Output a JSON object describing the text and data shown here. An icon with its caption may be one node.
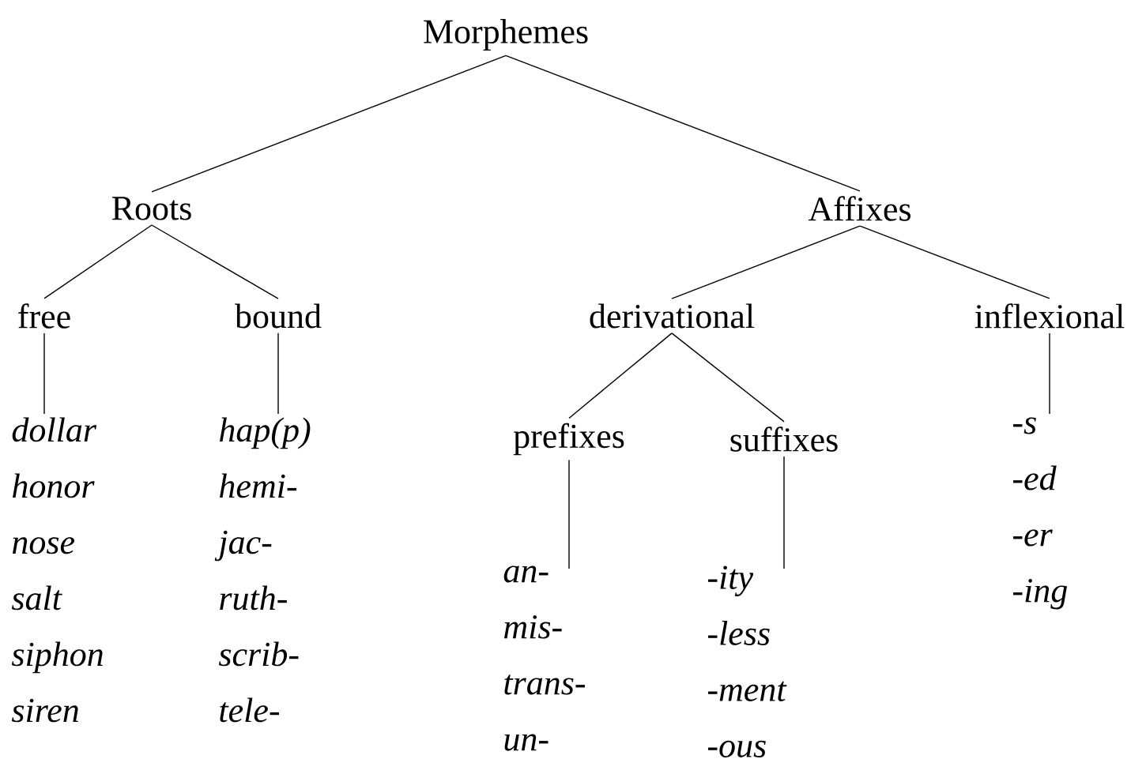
{
  "diagram": {
    "nodes": [
      {
        "text": [
          "Morphemes"
        ]
      },
      {
        "text": [
          "Roots"
        ]
      },
      {
        "text": [
          "Affixes"
        ]
      },
      {
        "text": [
          "free"
        ]
      },
      {
        "text": [
          "bound"
        ]
      },
      {
        "text": [
          "derivational"
        ]
      },
      {
        "text": [
          "inflexional"
        ]
      },
      {
        "text": [
          "dollar",
          "honor",
          "nose",
          "salt",
          "siphon",
          "siren"
        ]
      },
      {
        "text": [
          "hap(p)",
          "hemi-",
          "jac-",
          "ruth-",
          "scrib-",
          "tele-"
        ]
      },
      {
        "text": [
          "prefixes"
        ]
      },
      {
        "text": [
          "suffixes"
        ]
      },
      {
        "text": [
          "-s",
          "-ed",
          "-er",
          "-ing"
        ]
      },
      {
        "text": [
          "an-",
          "mis-",
          "trans-",
          "un-"
        ]
      },
      {
        "text": [
          "-ity",
          "-less",
          "-ment",
          "-ous"
        ]
      }
    ],
    "edges": [
      {
        "from": 0,
        "to": 1,
        "arrow": "none"
      },
      {
        "from": 0,
        "to": 2,
        "arrow": "none"
      },
      {
        "from": 1,
        "to": 3,
        "arrow": "none"
      },
      {
        "from": 1,
        "to": 4,
        "arrow": "none"
      },
      {
        "from": 2,
        "to": 5,
        "arrow": "none"
      },
      {
        "from": 2,
        "to": 6,
        "arrow": "none"
      },
      {
        "from": 3,
        "to": 7,
        "arrow": "none"
      },
      {
        "from": 4,
        "to": 8,
        "arrow": "none"
      },
      {
        "from": 5,
        "to": 9,
        "arrow": "none"
      },
      {
        "from": 5,
        "to": 10,
        "arrow": "none"
      },
      {
        "from": 6,
        "to": 11,
        "arrow": "none"
      },
      {
        "from": 9,
        "to": 12,
        "arrow": "none"
      },
      {
        "from": 10,
        "to": 13,
        "arrow": "none"
      }
    ]
  }
}
